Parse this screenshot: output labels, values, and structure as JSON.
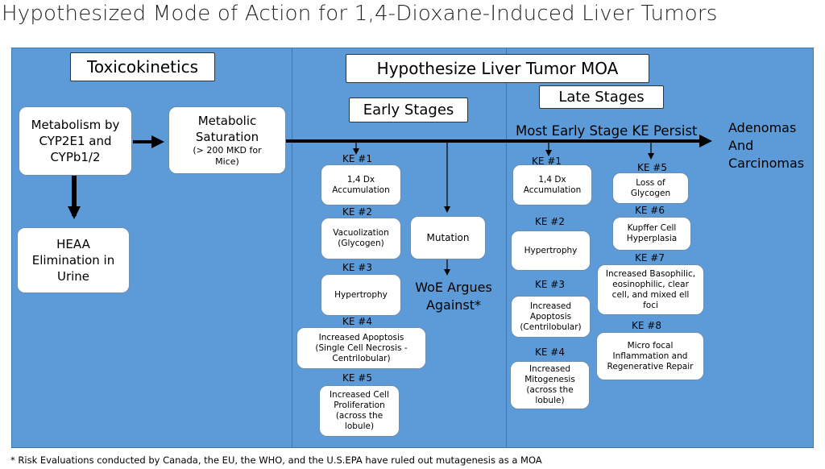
{
  "title": "Hypothesized Mode of Action for 1,4-Dioxane-Induced Liver Tumors",
  "headers": {
    "toxicokinetics": "Toxicokinetics",
    "moa": "Hypothesize Liver Tumor MOA",
    "early": "Early Stages",
    "late": "Late Stages"
  },
  "toxicokinetics": {
    "metabolism": "Metabolism by\nCYP2E1 and\nCYPb1/2",
    "saturation_title": "Metabolic\nSaturation",
    "saturation_note": "(> 200 MKD for\nMice)",
    "elimination": "HEAA\nElimination in\nUrine"
  },
  "persist_label": "Most Early Stage KE Persist",
  "outcome": "Adenomas\nAnd\nCarcinomas",
  "early_stages": [
    {
      "ke": "KE #1",
      "text": "1,4 Dx\nAccumulation"
    },
    {
      "ke": "KE #2",
      "text": "Vacuolization\n(Glycogen)"
    },
    {
      "ke": "KE #3",
      "text": "Hypertrophy"
    },
    {
      "ke": "KE #4",
      "text": "Increased Apoptosis\n(Single Cell Necrosis -\nCentrilobular)"
    },
    {
      "ke": "KE #5",
      "text": "Increased Cell\nProliferation\n(across the\nlobule)"
    }
  ],
  "mutation": {
    "label": "Mutation",
    "woe": "WoE Argues\nAgainst*"
  },
  "late_left": [
    {
      "ke": "KE #1",
      "text": "1,4 Dx\nAccumulation"
    },
    {
      "ke": "KE #2",
      "text": "Hypertrophy"
    },
    {
      "ke": "KE #3",
      "text": "Increased\nApoptosis\n(Centrilobular)"
    },
    {
      "ke": "KE #4",
      "text": "Increased\nMitogenesis\n(across the\nlobule)"
    }
  ],
  "late_right": [
    {
      "ke": "KE #5",
      "text": "Loss of\nGlycogen"
    },
    {
      "ke": "KE #6",
      "text": "Kupffer Cell\nHyperplasia"
    },
    {
      "ke": "KE #7",
      "text": "Increased Basophilic,\neosinophilic, clear\ncell, and mixed ell\nfoci"
    },
    {
      "ke": "KE #8",
      "text": "Micro focal\nInflammation and\nRegenerative Repair"
    }
  ],
  "footnote": "* Risk Evaluations conducted by Canada, the EU, the WHO, and the U.S.EPA have ruled out mutagenesis as a MOA",
  "colors": {
    "panel": "#5c9bd7",
    "box": "#ffffff",
    "arrow": "#000000"
  }
}
